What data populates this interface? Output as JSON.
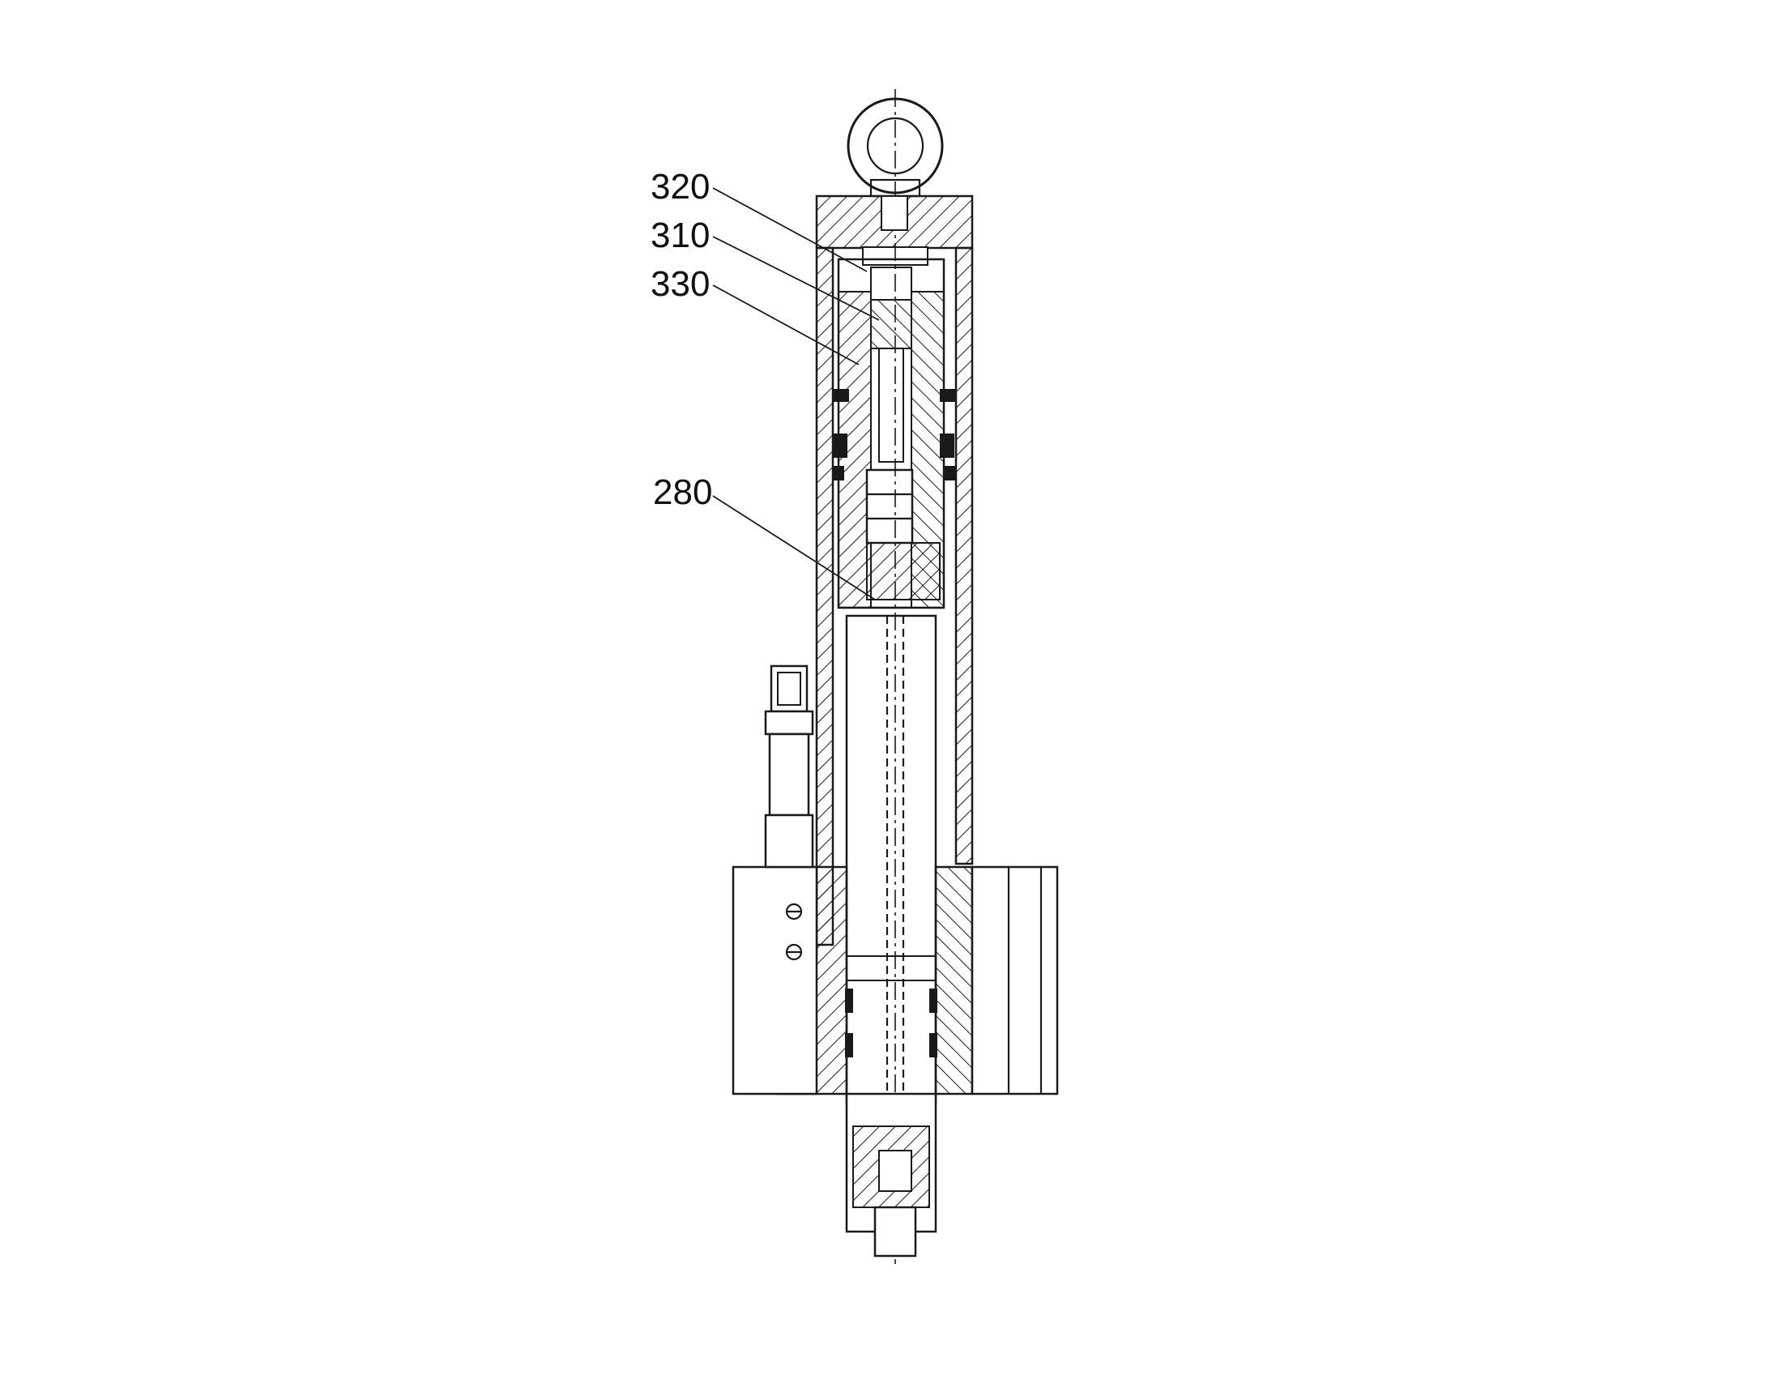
{
  "reference_labels": {
    "label_320": "320",
    "label_310": "310",
    "label_330": "330",
    "label_280": "280"
  },
  "colors": {
    "line": "#1a1a1a",
    "background": "#ffffff"
  }
}
